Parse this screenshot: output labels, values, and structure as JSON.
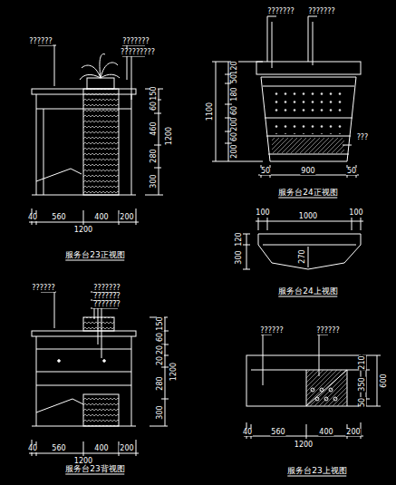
{
  "diagram": {
    "labels": [
      "??????",
      "???????",
      "?????????",
      "150",
      "60",
      "460",
      "1200",
      "280",
      "300",
      "40",
      "560",
      "400",
      "200",
      "1200",
      "服务台23正视图",
      "???????",
      "???????",
      "120",
      "50",
      "180",
      "60",
      "200",
      "60",
      "200",
      "1100",
      "???",
      "50",
      "900",
      "50",
      "服务台24正视图",
      "100",
      "1000",
      "100",
      "120",
      "300",
      "270",
      "服务台24上视图",
      "??????",
      "???????",
      "???????",
      "???????",
      "150",
      "60",
      "20",
      "20",
      "1200",
      "280",
      "300",
      "40",
      "560",
      "400",
      "200",
      "1200",
      "服务台23背视图",
      "??????",
      "??????",
      "210",
      "350",
      "50",
      "600",
      "40",
      "560",
      "400",
      "200",
      "1200",
      "服务台23上视图"
    ]
  }
}
